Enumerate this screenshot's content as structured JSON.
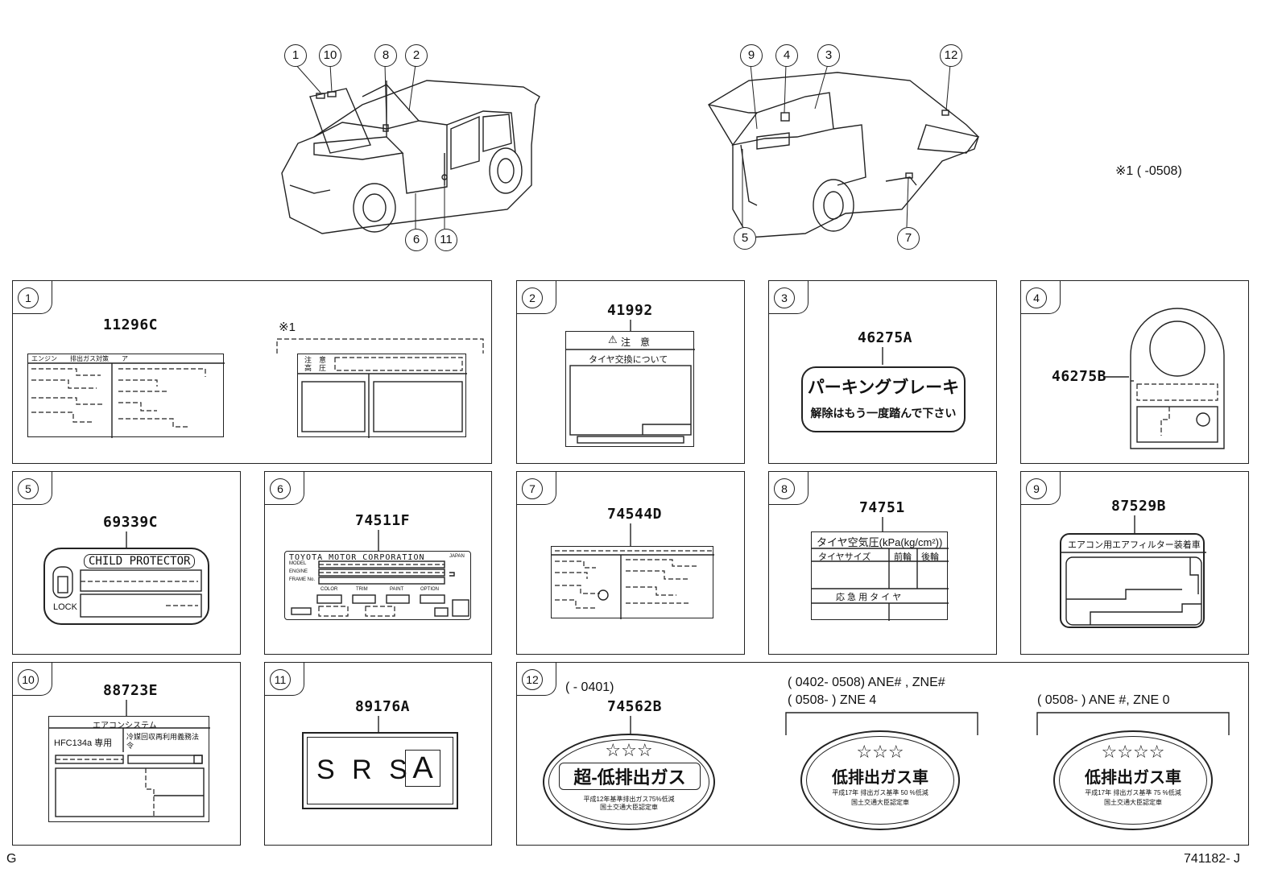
{
  "callouts": {
    "c1": "1",
    "c10": "10",
    "c8": "8",
    "c2": "2",
    "c6": "6",
    "c11": "11",
    "c9": "9",
    "c4": "4",
    "c3": "3",
    "c12": "12",
    "c5": "5",
    "c7": "7"
  },
  "note_period": "※1 (        -0508)",
  "footer": {
    "left": "G",
    "right": "741182- J"
  },
  "panels": {
    "p1": {
      "index": "1",
      "part": "11296C",
      "note": "※1",
      "lbl_a_head": "エンジン　　排出ガス対策　　ア",
      "lbl_b_head1": "注　意",
      "lbl_b_head2": "高　圧"
    },
    "p2": {
      "index": "2",
      "part": "41992",
      "head1": "注　意",
      "head2": "タイヤ交換について"
    },
    "p3": {
      "index": "3",
      "part": "46275A",
      "line1": "パーキングブレーキ",
      "line2": "解除はもう一度踏んで下さい"
    },
    "p4": {
      "index": "4",
      "part": "46275B"
    },
    "p5": {
      "index": "5",
      "part": "69339C",
      "title": "CHILD PROTECTOR",
      "lock": "LOCK"
    },
    "p6": {
      "index": "6",
      "part": "74511F",
      "title": "TOYOTA MOTOR CORPORATION",
      "japan": "JAPAN",
      "model": "MODEL",
      "engine": "ENGINE",
      "frame": "FRAME No.",
      "color": "COLOR",
      "trim": "TRIM",
      "paint": "PAINT",
      "option": "OPTION"
    },
    "p7": {
      "index": "7",
      "part": "74544D"
    },
    "p8": {
      "index": "8",
      "part": "74751",
      "head": "タイヤ空気圧(kPa(kg/cm²))",
      "size": "タイヤサイズ",
      "front": "前輪",
      "rear": "後輪",
      "spare": "応 急 用 タ イ ヤ"
    },
    "p9": {
      "index": "9",
      "part": "87529B",
      "head": "エアコン用エアフィルター装着車"
    },
    "p10": {
      "index": "10",
      "part": "88723E",
      "head": "エアコンシステム",
      "hfc": "HFC134a 専用",
      "law": "冷媒回収再利用義務法令"
    },
    "p11": {
      "index": "11",
      "part": "89176A",
      "srs": "S R S",
      "a": "A"
    },
    "p12": {
      "index": "12",
      "part": "74562B",
      "per1": "(         -  0401)",
      "per2a": "( 0402- 0508) ANE# , ZNE#",
      "per2b": "( 0508-          ) ZNE 4",
      "per3": "( 0508-          ) ANE #, ZNE 0",
      "badge1_stars": "☆☆☆",
      "badge1_main": "超-低排出ガス",
      "badge1_sub1": "平成12年基準排出ガス75%低減",
      "badge1_sub2": "国土交通大臣認定車",
      "badge2_stars": "☆☆☆",
      "badge2_main": "低排出ガス車",
      "badge2_sub1": "平成17年 排出ガス基準 50 %低減",
      "badge2_sub2": "国土交通大臣認定車",
      "badge3_stars": "☆☆☆☆",
      "badge3_main": "低排出ガス車",
      "badge3_sub1": "平成17年 排出ガス基準 75 %低減",
      "badge3_sub2": "国土交通大臣認定車"
    }
  }
}
